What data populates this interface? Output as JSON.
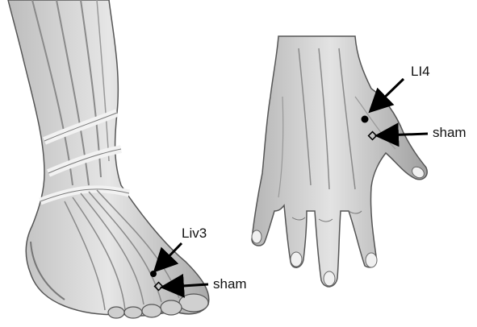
{
  "foot": {
    "point_label": "Liv3",
    "sham_label": "sham"
  },
  "hand": {
    "point_label": "LI4",
    "sham_label": "sham"
  },
  "colors": {
    "illustration_fill": "#d8d8d8",
    "illustration_stroke": "#555555",
    "point_fill": "#000000",
    "sham_stroke": "#000000",
    "arrow": "#000000"
  }
}
